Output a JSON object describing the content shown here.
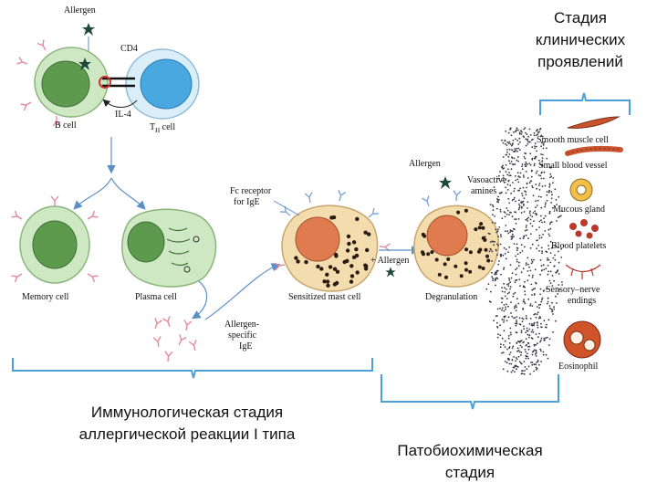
{
  "titles": {
    "clinical_line1": "Стадия",
    "clinical_line2": "клинических",
    "clinical_line3": "проявлений",
    "immuno_line1": "Иммунологическая стадия",
    "immuno_line2": "аллергической реакции  I типа",
    "patho_line1": "Патобиохимическая",
    "patho_line2": "стадия"
  },
  "labels": {
    "allergen_top": "Allergen",
    "cd4": "CD4",
    "il4": "IL-4",
    "b_cell": "B cell",
    "th_cell_main": "T",
    "th_cell_sub": "H",
    "th_cell_rest": " cell",
    "memory_cell": "Memory cell",
    "plasma_cell": "Plasma cell",
    "fc_receptor_1": "Fc receptor",
    "fc_receptor_2": "for IgE",
    "sensitized_mast_cell": "Sensitized mast cell",
    "plus_allergen": "+ Allergen",
    "allergen_mid": "Allergen",
    "vasoactive_1": "Vasoactive",
    "vasoactive_2": "amines",
    "degranulation": "Degranulation",
    "allergen_ige_1": "Allergen-",
    "allergen_ige_2": "specific",
    "allergen_ige_3": "IgE",
    "smooth_muscle": "Smooth muscle cell",
    "small_vessel": "Small blood vessel",
    "mucous_gland": "Mucous gland",
    "blood_platelets": "Blood platelets",
    "sensory_1": "Sensory–nerve",
    "sensory_2": "endings",
    "eosinophil": "Eosinophil"
  },
  "colors": {
    "cell_green_outer": "#cfe8c4",
    "nucleus_green": "#5e9a4e",
    "t_cell_blue": "#4aa8e0",
    "mast_cell_fill": "#f3dcae",
    "mast_nucleus": "#e07a4f",
    "arrow_blue": "#5b8fc7",
    "antibody_pink": "#e38aa0"
  }
}
